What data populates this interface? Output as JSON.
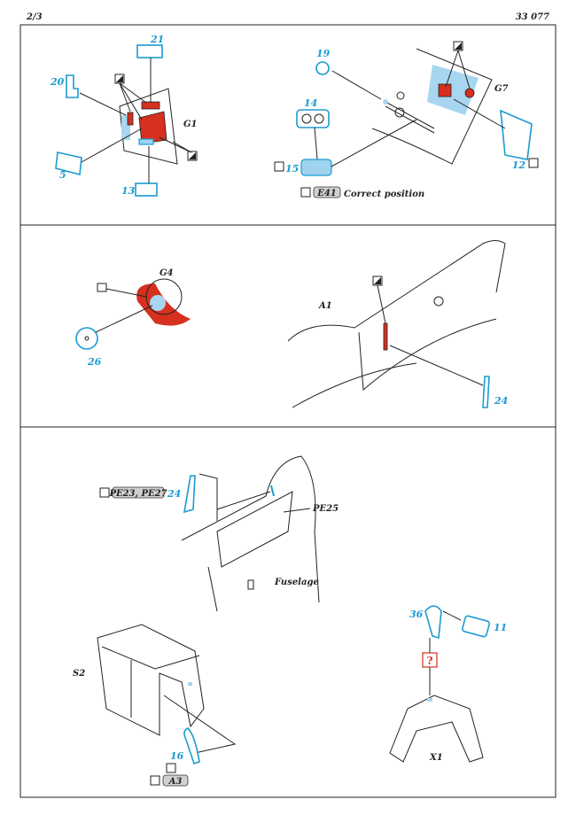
{
  "header": {
    "page": "2/3",
    "kit_number": "33 077"
  },
  "step1": {
    "parts": {
      "p21": "21",
      "p20": "20",
      "p5": "5",
      "p13": "13",
      "p19": "19",
      "p14": "14",
      "p15": "15",
      "p12": "12"
    },
    "assemblies": {
      "g1": "G1",
      "g7": "G7"
    },
    "note": {
      "part_ref": "E41",
      "text": "Correct position"
    }
  },
  "step2": {
    "parts": {
      "p26": "26",
      "p24": "24"
    },
    "assemblies": {
      "g4": "G4",
      "a1": "A1"
    }
  },
  "step3": {
    "parts": {
      "p24": "24",
      "p36": "36",
      "p11": "11",
      "p16": "16"
    },
    "assemblies": {
      "pe25": "PE25",
      "fuselage": "Fuselage",
      "s2": "S2",
      "x1": "X1"
    },
    "remove_refs": "PE23, PE27",
    "remove_ref_a3": "A3",
    "question_mark": "?"
  },
  "colors": {
    "pe_blue": "#1a9bd0",
    "paint_red": "#d6301f",
    "highlight_blue": "#a8d6f0"
  }
}
